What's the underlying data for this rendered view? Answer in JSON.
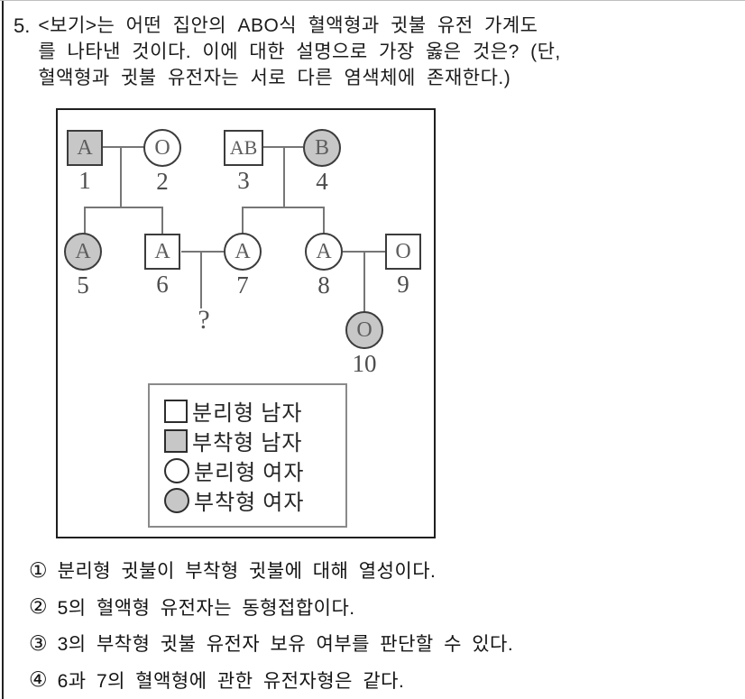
{
  "question": {
    "number": "5.",
    "lines": [
      "<보기>는 어떤 집안의 ABO식 혈액형과 귓불 유전 가계도",
      "를 나타낸 것이다. 이에 대한 설명으로 가장 옳은 것은? (단,",
      "혈액형과 귓불 유전자는 서로 다른 염색체에 존재한다.)"
    ]
  },
  "pedigree": {
    "members": [
      {
        "id": 1,
        "shape": "square",
        "filled": true,
        "blood": "A",
        "label": "1"
      },
      {
        "id": 2,
        "shape": "circle",
        "filled": false,
        "blood": "O",
        "label": "2"
      },
      {
        "id": 3,
        "shape": "square",
        "filled": false,
        "blood": "AB",
        "label": "3"
      },
      {
        "id": 4,
        "shape": "circle",
        "filled": true,
        "blood": "B",
        "label": "4"
      },
      {
        "id": 5,
        "shape": "circle",
        "filled": true,
        "blood": "A",
        "label": "5"
      },
      {
        "id": 6,
        "shape": "square",
        "filled": false,
        "blood": "A",
        "label": "6"
      },
      {
        "id": 7,
        "shape": "circle",
        "filled": false,
        "blood": "A",
        "label": "7"
      },
      {
        "id": 8,
        "shape": "circle",
        "filled": false,
        "blood": "A",
        "label": "8"
      },
      {
        "id": 9,
        "shape": "square",
        "filled": false,
        "blood": "O",
        "label": "9"
      },
      {
        "id": 10,
        "shape": "circle",
        "filled": true,
        "blood": "O",
        "label": "10"
      }
    ],
    "unknown_child": "?",
    "legend": [
      {
        "shape": "square",
        "filled": false,
        "label": "분리형 남자"
      },
      {
        "shape": "square",
        "filled": true,
        "label": "부착형 남자"
      },
      {
        "shape": "circle",
        "filled": false,
        "label": "분리형 여자"
      },
      {
        "shape": "circle",
        "filled": true,
        "label": "부착형 여자"
      }
    ]
  },
  "choices": [
    {
      "marker": "①",
      "text": "분리형 귓불이 부착형 귓불에 대해 열성이다."
    },
    {
      "marker": "②",
      "text": "5의 혈액형 유전자는 동형접합이다."
    },
    {
      "marker": "③",
      "text": "3의 부착형 귓불 유전자 보유 여부를 판단할 수 있다."
    },
    {
      "marker": "④",
      "text": "6과 7의 혈액형에 관한 유전자형은 같다."
    }
  ],
  "colors": {
    "member_fill_gray": "#c7c7c7",
    "line_gray": "#767676",
    "text_black": "#1b1b1b"
  }
}
